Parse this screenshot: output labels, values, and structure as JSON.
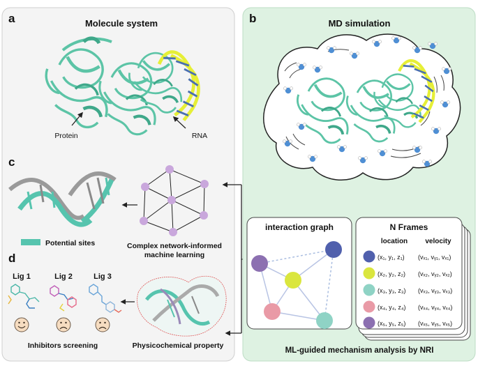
{
  "panel_a": {
    "letter": "a",
    "title": "Molecule system",
    "label_protein": "Protein",
    "label_rna": "RNA"
  },
  "panel_b": {
    "letter": "b",
    "title": "MD simulation",
    "caption": "ML-guided mechanism analysis by NRI"
  },
  "panel_c": {
    "letter": "c",
    "legend": "Potential sites",
    "network_line1": "Complex network-informed",
    "network_line2": "machine learning"
  },
  "panel_d": {
    "letter": "d",
    "ligands": [
      "Lig 1",
      "Lig 2",
      "Lig 3"
    ],
    "caption_screening": "Inhibitors screening",
    "caption_property": "Physicochemical property"
  },
  "interaction_graph": {
    "title": "interaction graph"
  },
  "frames": {
    "title": "N Frames",
    "col_location": "location",
    "col_velocity": "velocity",
    "rows": [
      {
        "color": "#5060ad",
        "location": "(x₁, y₁, z₁)",
        "velocity": "(vₓ₁, vᵧ₁, vₓ₁)"
      },
      {
        "color": "#dae63e",
        "location": "(x₂, y₂, z₂)",
        "velocity": "(vₓ₂, vᵧ₂, vₓ₂)"
      },
      {
        "color": "#8fd3c5",
        "location": "(x₃, y₃, z₃)",
        "velocity": "(vₓ₃, vᵧ₃, vₓ₃)"
      },
      {
        "color": "#e99aa6",
        "location": "(x₄, y₄, z₄)",
        "velocity": "(vₓ₄, vᵧ₄, vₓ₄)"
      },
      {
        "color": "#8c70b1",
        "location": "(x₅, y₅, z₅)",
        "velocity": "(vₓ₅, vᵧ₅, vₓ₅)"
      }
    ]
  },
  "colors": {
    "protein": "#5cc4a6",
    "rna_backbone": "#e6ef36",
    "rna_base": "#4a6fb0",
    "panel_b_bg": "#def2e2",
    "network_node": "#c9a7dc",
    "water_o": "#4f8fd4",
    "sites": "#56c4ae"
  }
}
